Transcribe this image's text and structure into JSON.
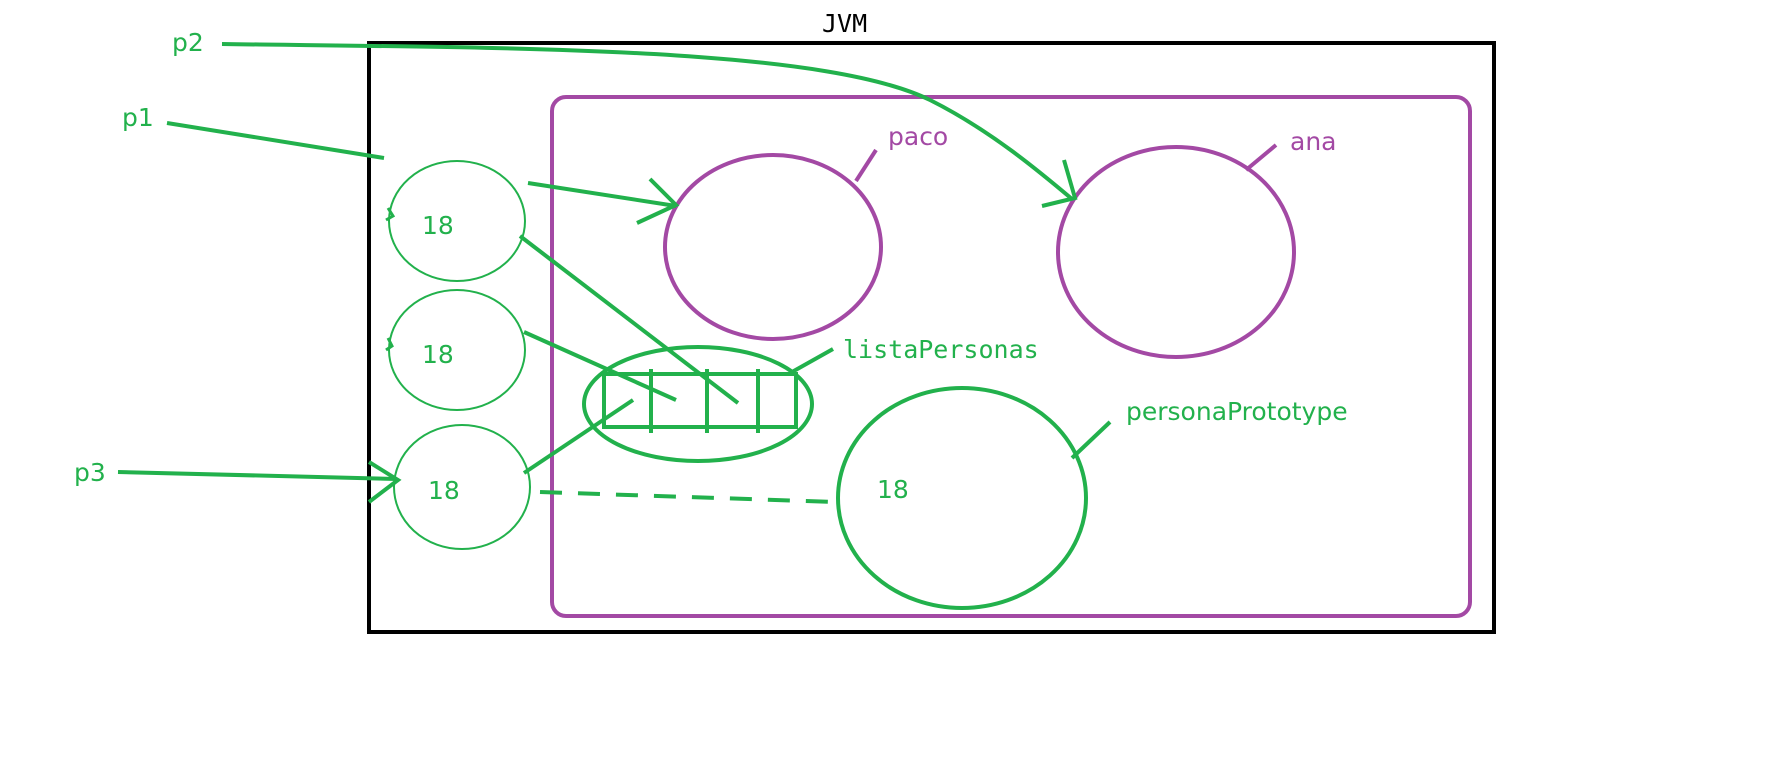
{
  "diagram": {
    "title": "JVM",
    "variables": {
      "p1": "p1",
      "p2": "p2",
      "p3": "p3"
    },
    "objects": {
      "paco": "paco",
      "ana": "ana",
      "lista": "listaPersonas",
      "prototype": "personaPrototype"
    },
    "ages": {
      "copy1": "18",
      "copy2": "18",
      "copy3": "18",
      "prototype": "18"
    },
    "colors": {
      "frame": "#000000",
      "heap": "#a349a4",
      "reference": "#22b14c"
    }
  }
}
